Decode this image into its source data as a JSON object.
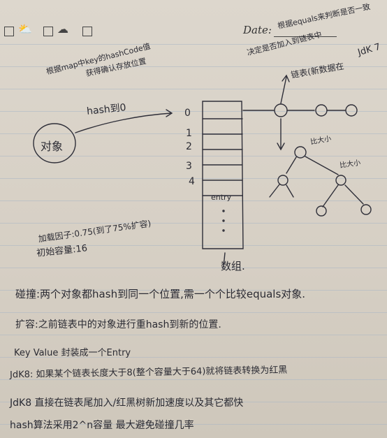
{
  "header": {
    "date_label": "Date:",
    "date_note_line1": "根据equals来判断是否一致",
    "date_note_line2": "决定是否加入到链表中"
  },
  "notes": {
    "top_left_line1": "根据map中key的hashCode值",
    "top_left_line2": "获得确认存放位置",
    "jdk7": "JdK 7",
    "linked_list_label": "链表(新数据在",
    "hash_to_zero": "hash到0",
    "object_label": "对象",
    "indices": [
      "0",
      "1",
      "2",
      "3",
      "4"
    ],
    "entry_label": "entry",
    "tree_label_1": "比大小",
    "tree_label_2": "比大小",
    "array_label": "数组.",
    "load_factor": "加载因子:0.75(到了75%扩容)",
    "initial_capacity": "初始容量:16",
    "collision": "碰撞:两个对象都hash到同一个位置,需一个个比较equals对象.",
    "resize": "扩容:之前链表中的对象进行重hash到新的位置.",
    "entry_line": "Key Value 封装成一个Entry",
    "jdk8_line1": "JdK8: 如果某个链表长度大于8(整个容量大于64)就将链表转换为红黑",
    "jdk8_line2": "JdK8 直接在链表尾加入/红黑树新加速度以及其它都快",
    "hash_line": "hash算法采用2^n容量 最大避免碰撞几率"
  }
}
